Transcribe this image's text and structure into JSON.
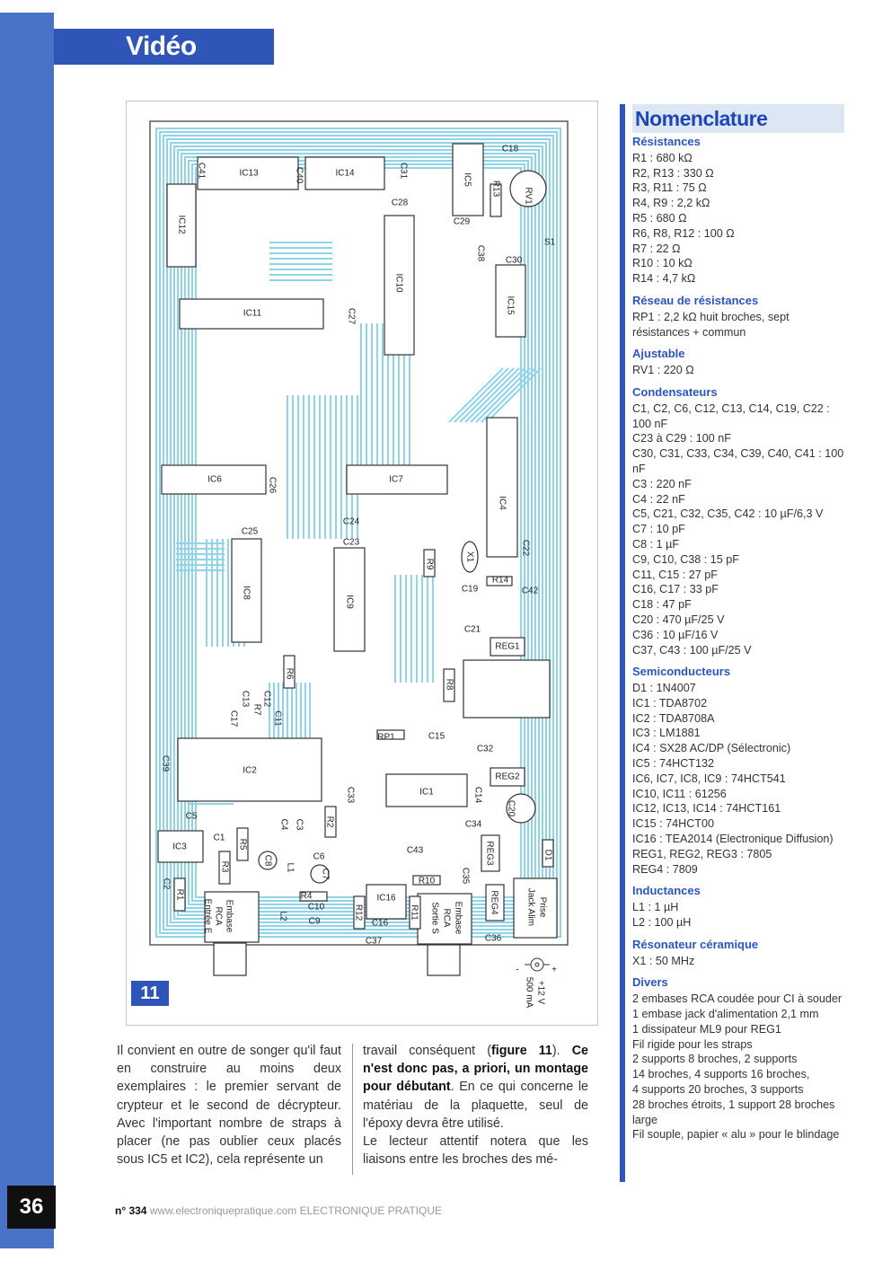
{
  "header": {
    "section": "Vidéo"
  },
  "figure": {
    "number": "11",
    "labels": {
      "IC13": "IC13",
      "IC14": "IC14",
      "IC12": "IC12",
      "IC11": "IC11",
      "IC10": "IC10",
      "IC5": "IC5",
      "IC15": "IC15",
      "IC6": "IC6",
      "IC7": "IC7",
      "IC4": "IC4",
      "IC8": "IC8",
      "IC9": "IC9",
      "IC2": "IC2",
      "IC1": "IC1",
      "IC3": "IC3",
      "IC16": "IC16",
      "RV1": "RV1",
      "S1": "S1",
      "RP1": "RP1",
      "REG1": "REG1",
      "REG2": "REG2",
      "REG3": "REG3",
      "REG4": "REG4",
      "X1": "X1",
      "C41": "C41",
      "C40": "C40",
      "C31": "C31",
      "C28": "C28",
      "C29": "C29",
      "C18": "C18",
      "R13": "R13",
      "C38": "C38",
      "C30": "C30",
      "C27": "C27",
      "C26": "C26",
      "C24": "C24",
      "C23": "C23",
      "C25": "C25",
      "C22": "C22",
      "R9": "R9",
      "R14": "R14",
      "C19": "C19",
      "C42": "C42",
      "C21": "C21",
      "R6": "R6",
      "R8": "R8",
      "C13": "C13",
      "C12": "C12",
      "R7": "R7",
      "C17": "C17",
      "C11": "C11",
      "C15": "C15",
      "C39": "C39",
      "C32": "C32",
      "C33": "C33",
      "C14": "C14",
      "C20": "C20",
      "C5": "C5",
      "C1": "C1",
      "R5": "R5",
      "C4": "C4",
      "C3": "C3",
      "R2": "R2",
      "C34": "C34",
      "C43": "C43",
      "C6": "C6",
      "C8": "C8",
      "L1": "L1",
      "C7": "C7",
      "R3": "R3",
      "C2": "C2",
      "R1": "R1",
      "R10": "R10",
      "R4": "R4",
      "C10": "C10",
      "C9": "C9",
      "L2": "L2",
      "R12": "R12",
      "C16": "C16",
      "R11": "R11",
      "C37": "C37",
      "C35": "C35",
      "C36": "C36",
      "D1": "D1",
      "embase_e": [
        "Embase",
        "RCA",
        "Entrée E"
      ],
      "embase_s": [
        "Embase",
        "RCA",
        "Sortie S"
      ],
      "prise": [
        "Prise",
        "Jack Alim"
      ],
      "power": [
        "+12 V",
        "500 mA"
      ],
      "minus": "-",
      "plus": "+"
    }
  },
  "body": {
    "col1": "Il convient en outre de songer qu'il faut en construire au moins deux exemplaires : le premier servant de crypteur et le second de décrypteur. Avec l'important nombre de straps à placer (ne pas oublier ceux placés sous IC5 et IC2), cela représente un",
    "col2_a": "travail conséquent (",
    "col2_fig": "figure 11",
    "col2_b": "). ",
    "col2_bold": "Ce n'est donc pas, a priori, un montage pour débutant",
    "col2_c": ". En ce qui concerne le matériau de la plaquette, seul de l'époxy devra être utilisé.",
    "col2_d": "Le lecteur attentif notera que les liaisons entre les broches des mé-"
  },
  "nomenclature": {
    "title": "Nomenclature",
    "sections": [
      {
        "title": "Résistances",
        "lines": [
          "R1 : 680 kΩ",
          "R2, R13 : 330 Ω",
          "R3, R11 : 75 Ω",
          "R4, R9 : 2,2 kΩ",
          "R5 : 680 Ω",
          "R6, R8, R12 : 100 Ω",
          "R7 : 22 Ω",
          "R10 : 10 kΩ",
          "R14 : 4,7 kΩ"
        ]
      },
      {
        "title": "Réseau de résistances",
        "lines": [
          "RP1 : 2,2 kΩ huit broches, sept résistances + commun"
        ]
      },
      {
        "title": "Ajustable",
        "lines": [
          "RV1 : 220 Ω"
        ]
      },
      {
        "title": "Condensateurs",
        "lines": [
          "C1, C2, C6, C12, C13, C14, C19, C22 : 100 nF",
          "C23 à C29 : 100 nF",
          "C30, C31, C33, C34, C39, C40, C41 : 100 nF",
          "C3 : 220 nF",
          "C4 : 22 nF",
          "C5, C21, C32, C35, C42 : 10 µF/6,3 V",
          "C7 : 10 pF",
          "C8 : 1 µF",
          "C9, C10, C38 : 15 pF",
          "C11, C15 : 27 pF",
          "C16, C17 : 33 pF",
          "C18 : 47 pF",
          "C20 : 470 µF/25 V",
          "C36 : 10 µF/16 V",
          "C37, C43 : 100 µF/25 V"
        ]
      },
      {
        "title": "Semiconducteurs",
        "lines": [
          "D1 : 1N4007",
          "IC1 : TDA8702",
          "IC2 : TDA8708A",
          "IC3 : LM1881",
          "IC4 : SX28 AC/DP (Sélectronic)",
          "IC5 : 74HCT132",
          "IC6, IC7, IC8, IC9 : 74HCT541",
          "IC10, IC11 : 61256",
          "IC12, IC13, IC14 : 74HCT161",
          "IC15 : 74HCT00",
          "IC16 : TEA2014 (Electronique Diffusion)",
          "REG1, REG2, REG3 : 7805",
          "REG4 : 7809"
        ]
      },
      {
        "title": "Inductances",
        "lines": [
          "L1 : 1 µH",
          "L2 : 100 µH"
        ]
      },
      {
        "title": "Résonateur céramique",
        "lines": [
          "X1 : 50 MHz"
        ]
      },
      {
        "title": "Divers",
        "lines": [
          "2 embases RCA coudée pour CI à souder",
          "1 embase jack d'alimentation 2,1 mm",
          "1 dissipateur ML9 pour REG1",
          "Fil rigide pour les straps",
          "2 supports 8 broches, 2 supports",
          "14 broches, 4 supports 16 broches,",
          "4 supports 20 broches, 3 supports",
          "28 broches étroits, 1 support 28 broches large",
          "Fil souple, papier « alu » pour le blindage"
        ]
      }
    ]
  },
  "footer": {
    "issue": "n° 334",
    "site": "www.electroniquepratique.com",
    "mag": "ELECTRONIQUE PRATIQUE",
    "page": "36"
  },
  "colors": {
    "accent": "#2f55b9",
    "bar": "#4a73c8",
    "trace": "#8fd4e8"
  }
}
